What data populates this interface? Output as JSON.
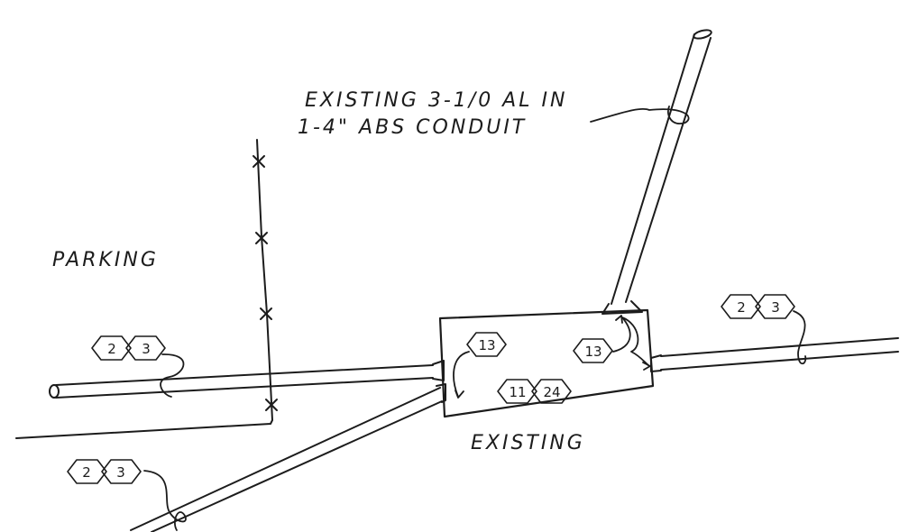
{
  "labels": {
    "conduit_line1": "EXISTING 3-1/0 AL IN",
    "conduit_line2": "1-4\" ABS CONDUIT",
    "parking": "PARKING",
    "existing": "EXISTING"
  },
  "tags": {
    "left_pair": [
      "2",
      "3"
    ],
    "bottom_left_pair": [
      "2",
      "3"
    ],
    "right_pair": [
      "2",
      "3"
    ],
    "box_left_13": "13",
    "box_right_13": "13",
    "box_center_pair": [
      "11",
      "24"
    ]
  }
}
